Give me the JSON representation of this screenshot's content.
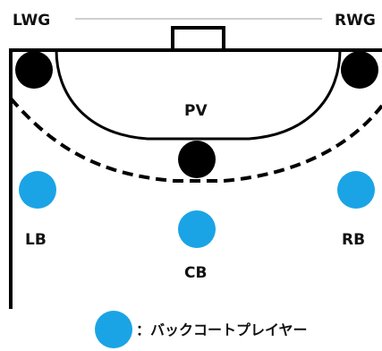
{
  "colors": {
    "court_line": "#000000",
    "defender": "#000000",
    "back_court_player": "#1aa4e6",
    "goal_line_outside": "#bfbfbf"
  },
  "labels": {
    "lwg": "LWG",
    "rwg": "RWG",
    "pv": "PV",
    "lb": "LB",
    "rb": "RB",
    "cb": "CB"
  },
  "legend": {
    "text": "：バックコートプレイヤー"
  }
}
